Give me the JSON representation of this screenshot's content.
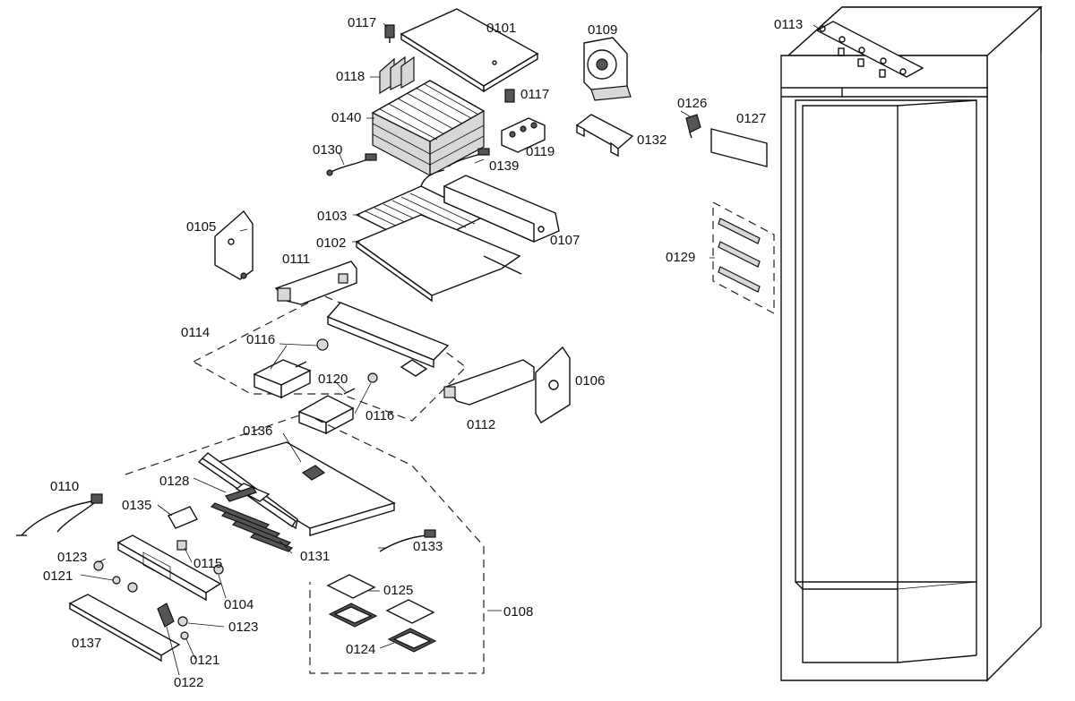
{
  "diagram": {
    "labels": [
      {
        "id": "l0117a",
        "text": "0117"
      },
      {
        "id": "l0101",
        "text": "0101"
      },
      {
        "id": "l0109",
        "text": "0109"
      },
      {
        "id": "l0113",
        "text": "0113"
      },
      {
        "id": "l0118",
        "text": "0118"
      },
      {
        "id": "l0117b",
        "text": "0117"
      },
      {
        "id": "l0140",
        "text": "0140"
      },
      {
        "id": "l0126",
        "text": "0126"
      },
      {
        "id": "l0127",
        "text": "0127"
      },
      {
        "id": "l0119",
        "text": "0119"
      },
      {
        "id": "l0132",
        "text": "0132"
      },
      {
        "id": "l0130",
        "text": "0130"
      },
      {
        "id": "l0139",
        "text": "0139"
      },
      {
        "id": "l0103",
        "text": "0103"
      },
      {
        "id": "l0105",
        "text": "0105"
      },
      {
        "id": "l0102",
        "text": "0102"
      },
      {
        "id": "l0107",
        "text": "0107"
      },
      {
        "id": "l0129",
        "text": "0129"
      },
      {
        "id": "l0111",
        "text": "0111"
      },
      {
        "id": "l0114",
        "text": "0114"
      },
      {
        "id": "l0116a",
        "text": "0116"
      },
      {
        "id": "l0120",
        "text": "0120"
      },
      {
        "id": "l0106",
        "text": "0106"
      },
      {
        "id": "l0116b",
        "text": "0116"
      },
      {
        "id": "l0112",
        "text": "0112"
      },
      {
        "id": "l0136",
        "text": "0136"
      },
      {
        "id": "l0110",
        "text": "0110"
      },
      {
        "id": "l0128",
        "text": "0128"
      },
      {
        "id": "l0135",
        "text": "0135"
      },
      {
        "id": "l0133",
        "text": "0133"
      },
      {
        "id": "l0131",
        "text": "0131"
      },
      {
        "id": "l0123a",
        "text": "0123"
      },
      {
        "id": "l0115",
        "text": "0115"
      },
      {
        "id": "l0121a",
        "text": "0121"
      },
      {
        "id": "l0125",
        "text": "0125"
      },
      {
        "id": "l0104",
        "text": "0104"
      },
      {
        "id": "l0108",
        "text": "0108"
      },
      {
        "id": "l0123b",
        "text": "0123"
      },
      {
        "id": "l0137",
        "text": "0137"
      },
      {
        "id": "l0124",
        "text": "0124"
      },
      {
        "id": "l0121b",
        "text": "0121"
      },
      {
        "id": "l0122",
        "text": "0122"
      }
    ]
  }
}
